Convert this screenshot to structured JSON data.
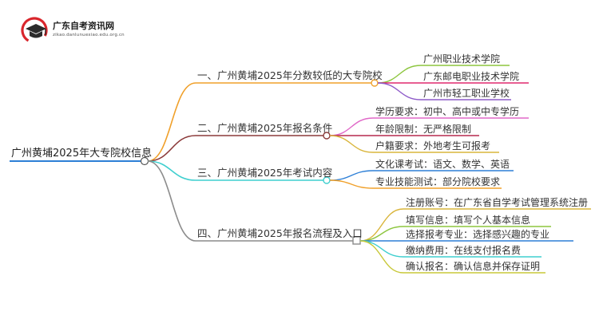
{
  "brand": {
    "name": "广东自考资讯网",
    "url": "zikao.danlunuexiao.edu.org.cn",
    "colors": {
      "logo_red": "#d9262c",
      "logo_dark": "#2b2b2b"
    }
  },
  "root": {
    "label": "广州黄埔2025年大专院校信息"
  },
  "branches": [
    {
      "label": "一、广州黄埔2025年分数较低的大专院校",
      "color": "#f0a02a",
      "leaves": [
        {
          "label": "广州职业技术学院",
          "color": "#8dc63f"
        },
        {
          "label": "广东邮电职业技术学院",
          "color": "#e0286e"
        },
        {
          "label": "广州市轻工职业学校",
          "color": "#8e5bc9"
        }
      ]
    },
    {
      "label": "二、广州黄埔2025年报名条件",
      "color": "#8b3a3a",
      "leaves": [
        {
          "label": "学历要求：初中、高中或中专学历",
          "color": "#e069c8"
        },
        {
          "label": "年龄限制：无严格限制",
          "color": "#b5294e"
        },
        {
          "label": "户籍要求：外地考生可报考",
          "color": "#d9b53b"
        }
      ]
    },
    {
      "label": "三、广州黄埔2025年考试内容",
      "color": "#3fcfcf",
      "leaves": [
        {
          "label": "文化课考试：语文、数学、英语",
          "color": "#2d7fd6"
        },
        {
          "label": "专业技能测试：部分院校要求",
          "color": "#f0a02a"
        }
      ]
    },
    {
      "label": "四、广州黄埔2025年报名流程及入口",
      "color": "#8c8c8c",
      "leaves": [
        {
          "label": "注册账号：在广东省自学考试管理系统注册",
          "color": "#d9b53b"
        },
        {
          "label": "填写信息：填写个人基本信息",
          "color": "#8dc63f"
        },
        {
          "label": "选择报考专业：选择感兴趣的专业",
          "color": "#2d7fd6"
        },
        {
          "label": "缴纳费用：在线支付报名费",
          "color": "#3fcfcf"
        },
        {
          "label": "确认报名：确认信息并保存证明",
          "color": "#c8c838"
        }
      ]
    }
  ],
  "root_underline_color": "#2d7fd6"
}
